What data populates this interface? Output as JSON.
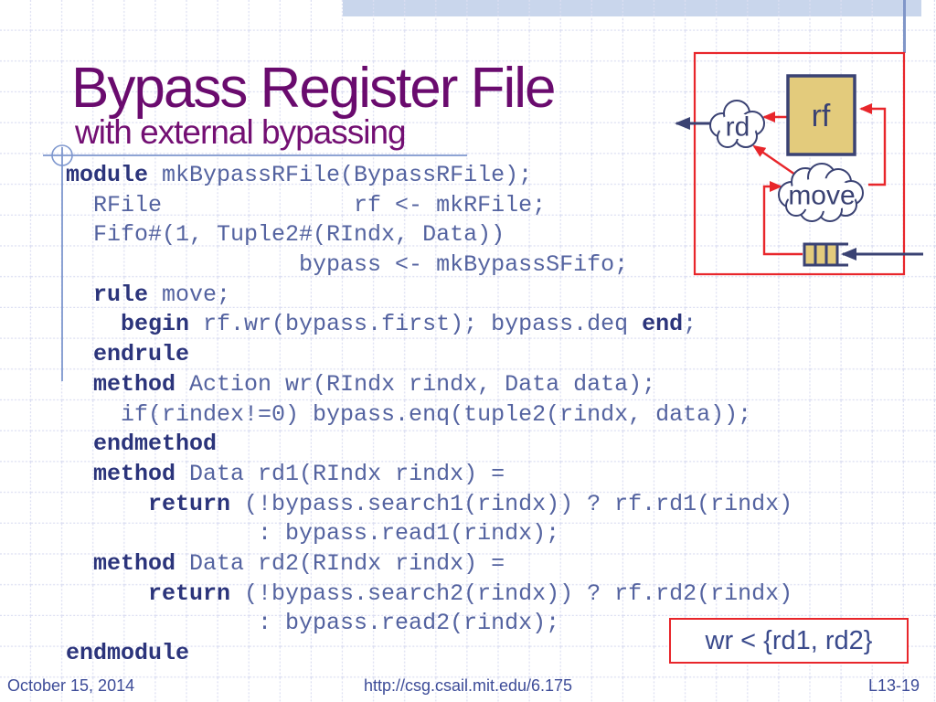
{
  "slide": {
    "title": "Bypass Register File",
    "subtitle": "with external bypassing",
    "code": {
      "lines": [
        [
          {
            "t": "module",
            "b": true
          },
          {
            "t": " mkBypassRFile(BypassRFile);"
          }
        ],
        [
          {
            "t": "  RFile              rf <- mkRFile;"
          }
        ],
        [
          {
            "t": "  Fifo#(1, Tuple2#(RIndx, Data))"
          }
        ],
        [
          {
            "t": "                 bypass <- mkBypassSFifo;"
          }
        ],
        [
          {
            "t": "  "
          },
          {
            "t": "rule",
            "b": true
          },
          {
            "t": " move;"
          }
        ],
        [
          {
            "t": "    "
          },
          {
            "t": "begin",
            "b": true
          },
          {
            "t": " rf.wr(bypass.first); bypass.deq "
          },
          {
            "t": "end",
            "b": true
          },
          {
            "t": ";"
          }
        ],
        [
          {
            "t": "  "
          },
          {
            "t": "endrule",
            "b": true
          }
        ],
        [
          {
            "t": "  "
          },
          {
            "t": "method",
            "b": true
          },
          {
            "t": " Action wr(RIndx rindx, Data data);"
          }
        ],
        [
          {
            "t": "    if(rindex!=0) bypass.enq(tuple2(rindx, data));"
          }
        ],
        [
          {
            "t": "  "
          },
          {
            "t": "endmethod",
            "b": true
          }
        ],
        [
          {
            "t": "  "
          },
          {
            "t": "method",
            "b": true
          },
          {
            "t": " Data rd1(RIndx rindx) ="
          }
        ],
        [
          {
            "t": "      "
          },
          {
            "t": "return",
            "b": true
          },
          {
            "t": " (!bypass.search1(rindx)) ? rf.rd1(rindx)"
          }
        ],
        [
          {
            "t": "              : bypass.read1(rindx);"
          }
        ],
        [
          {
            "t": "  "
          },
          {
            "t": "method",
            "b": true
          },
          {
            "t": " Data rd2(RIndx rindx) ="
          }
        ],
        [
          {
            "t": "      "
          },
          {
            "t": "return",
            "b": true
          },
          {
            "t": " (!bypass.search2(rindx)) ? rf.rd2(rindx)"
          }
        ],
        [
          {
            "t": "              : bypass.read2(rindx);"
          }
        ],
        [
          {
            "t": "endmodule",
            "b": true
          }
        ]
      ]
    },
    "diagram": {
      "rf_label": "rf",
      "rd_label": "rd",
      "move_label": "move"
    },
    "note": {
      "text": "wr < {rd1, rd2}"
    },
    "footer": {
      "date": "October 15, 2014",
      "url": "http://csg.csail.mit.edu/6.175",
      "page": "L13-19"
    },
    "colors": {
      "title_purple": "#6a0b6e",
      "subtitle_purple": "#730f73",
      "code_normal": "#5463a0",
      "code_keyword": "#2b347b",
      "diagram_navy": "#3a4273",
      "diagram_red": "#e8262b",
      "register_fill": "#e3cb7c",
      "band_blue": "#c9d6ec",
      "grid_line": "#dbdef2",
      "footer_navy": "#3d4c98"
    }
  }
}
